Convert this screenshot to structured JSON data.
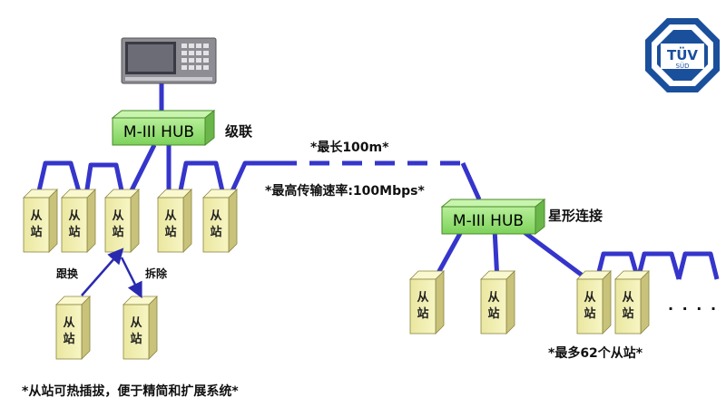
{
  "hub_label": "M-III HUB",
  "slave_label_top": "从",
  "slave_label_bottom": "站",
  "cascade_label": "级联",
  "star_label": "星形连接",
  "max_length": "*最长100m*",
  "max_speed": "*最高传输速率:100Mbps*",
  "swap_label": "跟换",
  "remove_label": "拆除",
  "max_slaves": "*最多62个从站*",
  "ellipsis": "· · · ·",
  "footnote": "*从站可热插拔，便于精简和扩展系统*",
  "logo_text_main": "TÜV",
  "logo_text_sub": "SÜD",
  "colors": {
    "cable": "#3030c8",
    "hub_fill": "#9be27a",
    "slave_front": "#f2efa0",
    "slave_side": "#c9c27a",
    "arrow": "#2a2ab0",
    "logo_blue": "#1a4f9c"
  }
}
